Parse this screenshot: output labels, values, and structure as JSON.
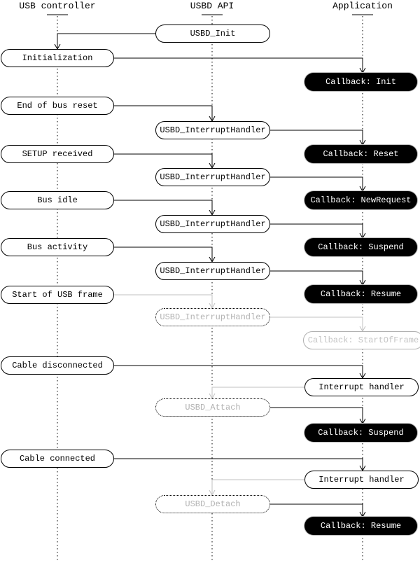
{
  "diagram": {
    "columns": [
      {
        "label": "USB controller"
      },
      {
        "label": "USBD API"
      },
      {
        "label": "Application"
      }
    ],
    "colors": {
      "active_line": "#000000",
      "inactive_line": "#c2c2c2",
      "inactive_text": "#b2b2b2",
      "callback_bg": "#000000",
      "callback_text": "#ffffff"
    },
    "nodes": [
      {
        "label": "USBD_Init",
        "lane": "usbd-api",
        "variant": "api"
      },
      {
        "label": "Initialization",
        "lane": "usb-controller",
        "variant": "event"
      },
      {
        "label": "Callback: Init",
        "lane": "application",
        "variant": "callback"
      },
      {
        "label": "End of bus reset",
        "lane": "usb-controller",
        "variant": "event"
      },
      {
        "label": "USBD_InterruptHandler",
        "lane": "usbd-api",
        "variant": "api"
      },
      {
        "label": "SETUP received",
        "lane": "usb-controller",
        "variant": "event"
      },
      {
        "label": "Callback: Reset",
        "lane": "application",
        "variant": "callback"
      },
      {
        "label": "USBD_InterruptHandler",
        "lane": "usbd-api",
        "variant": "api"
      },
      {
        "label": "Bus idle",
        "lane": "usb-controller",
        "variant": "event"
      },
      {
        "label": "Callback: NewRequest",
        "lane": "application",
        "variant": "callback"
      },
      {
        "label": "USBD_InterruptHandler",
        "lane": "usbd-api",
        "variant": "api"
      },
      {
        "label": "Bus activity",
        "lane": "usb-controller",
        "variant": "event"
      },
      {
        "label": "Callback: Suspend",
        "lane": "application",
        "variant": "callback"
      },
      {
        "label": "USBD_InterruptHandler",
        "lane": "usbd-api",
        "variant": "api"
      },
      {
        "label": "Start of USB frame",
        "lane": "usb-controller",
        "variant": "event"
      },
      {
        "label": "Callback: Resume",
        "lane": "application",
        "variant": "callback"
      },
      {
        "label": "USBD_InterruptHandler",
        "lane": "usbd-api",
        "variant": "api-inactive"
      },
      {
        "label": "Callback: StartOfFrame",
        "lane": "application",
        "variant": "callback-inactive"
      },
      {
        "label": "Cable disconnected",
        "lane": "usb-controller",
        "variant": "event"
      },
      {
        "label": "Interrupt handler",
        "lane": "application",
        "variant": "handler"
      },
      {
        "label": "USBD_Attach",
        "lane": "usbd-api",
        "variant": "api-inactive"
      },
      {
        "label": "Callback: Suspend",
        "lane": "application",
        "variant": "callback"
      },
      {
        "label": "Cable connected",
        "lane": "usb-controller",
        "variant": "event"
      },
      {
        "label": "Interrupt handler",
        "lane": "application",
        "variant": "handler"
      },
      {
        "label": "USBD_Detach",
        "lane": "usbd-api",
        "variant": "api-inactive"
      },
      {
        "label": "Callback: Resume",
        "lane": "application",
        "variant": "callback"
      }
    ],
    "connectors": [
      {
        "from": 0,
        "to": 1,
        "active": true
      },
      {
        "from": 1,
        "to": 2,
        "active": true
      },
      {
        "from": 3,
        "to": 4,
        "active": true
      },
      {
        "from": 4,
        "to": 6,
        "active": true
      },
      {
        "from": 5,
        "to": 7,
        "active": true
      },
      {
        "from": 7,
        "to": 9,
        "active": true
      },
      {
        "from": 8,
        "to": 10,
        "active": true
      },
      {
        "from": 10,
        "to": 12,
        "active": true
      },
      {
        "from": 11,
        "to": 13,
        "active": true
      },
      {
        "from": 13,
        "to": 15,
        "active": true
      },
      {
        "from": 14,
        "to": 16,
        "active": false
      },
      {
        "from": 16,
        "to": 17,
        "active": false
      },
      {
        "from": 18,
        "to": 19,
        "active": true
      },
      {
        "from": 19,
        "to": 20,
        "active": false
      },
      {
        "from": 20,
        "to": 21,
        "active": true
      },
      {
        "from": 22,
        "to": 23,
        "active": true
      },
      {
        "from": 23,
        "to": 24,
        "active": false
      },
      {
        "from": 24,
        "to": 25,
        "active": true
      }
    ]
  }
}
